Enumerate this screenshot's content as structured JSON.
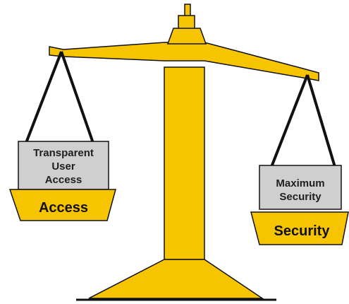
{
  "colors": {
    "scale_fill": "#f6c400",
    "outline": "#111111",
    "box_fill": "#cfcfcf",
    "background": "#ffffff"
  },
  "left": {
    "box_lines": [
      "Transparent",
      "User",
      "Access"
    ],
    "pan_label": "Access"
  },
  "right": {
    "box_lines": [
      "Maximum",
      "Security"
    ],
    "pan_label": "Security"
  }
}
